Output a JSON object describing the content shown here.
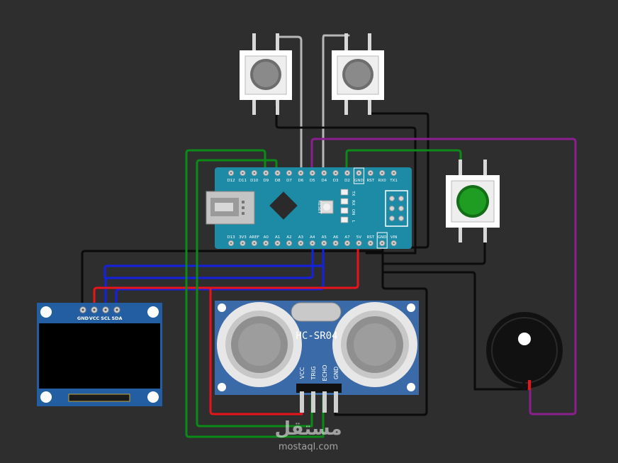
{
  "arduino": {
    "top_pins": [
      "D12",
      "D11",
      "D10",
      "D9",
      "D8",
      "D7",
      "D6",
      "D5",
      "D4",
      "D3",
      "D2",
      "GND",
      "RST",
      "RX0",
      "TX1"
    ],
    "bottom_pins": [
      "D13",
      "3V3",
      "AREF",
      "A0",
      "A1",
      "A2",
      "A3",
      "A4",
      "A5",
      "A6",
      "A7",
      "5V",
      "RST",
      "GND",
      "VIN"
    ],
    "side_leds": [
      "TX",
      "RX",
      "ON",
      "L"
    ],
    "reset_label": "RESET"
  },
  "oled": {
    "pins": [
      "GND",
      "VCC",
      "SCL",
      "SDA"
    ]
  },
  "sensor": {
    "name": "HC-SR04",
    "pins": [
      "VCC",
      "TRIG",
      "ECHO",
      "GND"
    ]
  },
  "watermark": {
    "arabic": "مستقل",
    "latin": "mostaql.com"
  },
  "colors": {
    "background": "#2e2e2e",
    "board": "#1d8aa6",
    "sensor_board": "#3b6aa8",
    "wire_black": "#0b0b0b",
    "wire_red": "#e8141c",
    "wire_blue": "#1421e0",
    "wire_green": "#0c8a17",
    "wire_purple": "#8a1f8f",
    "wire_gray": "#b7b7b7",
    "button_green": "#1f9d22"
  },
  "icons": [
    "push-button-icon",
    "buzzer-icon",
    "usb-port-icon",
    "chip-icon"
  ]
}
